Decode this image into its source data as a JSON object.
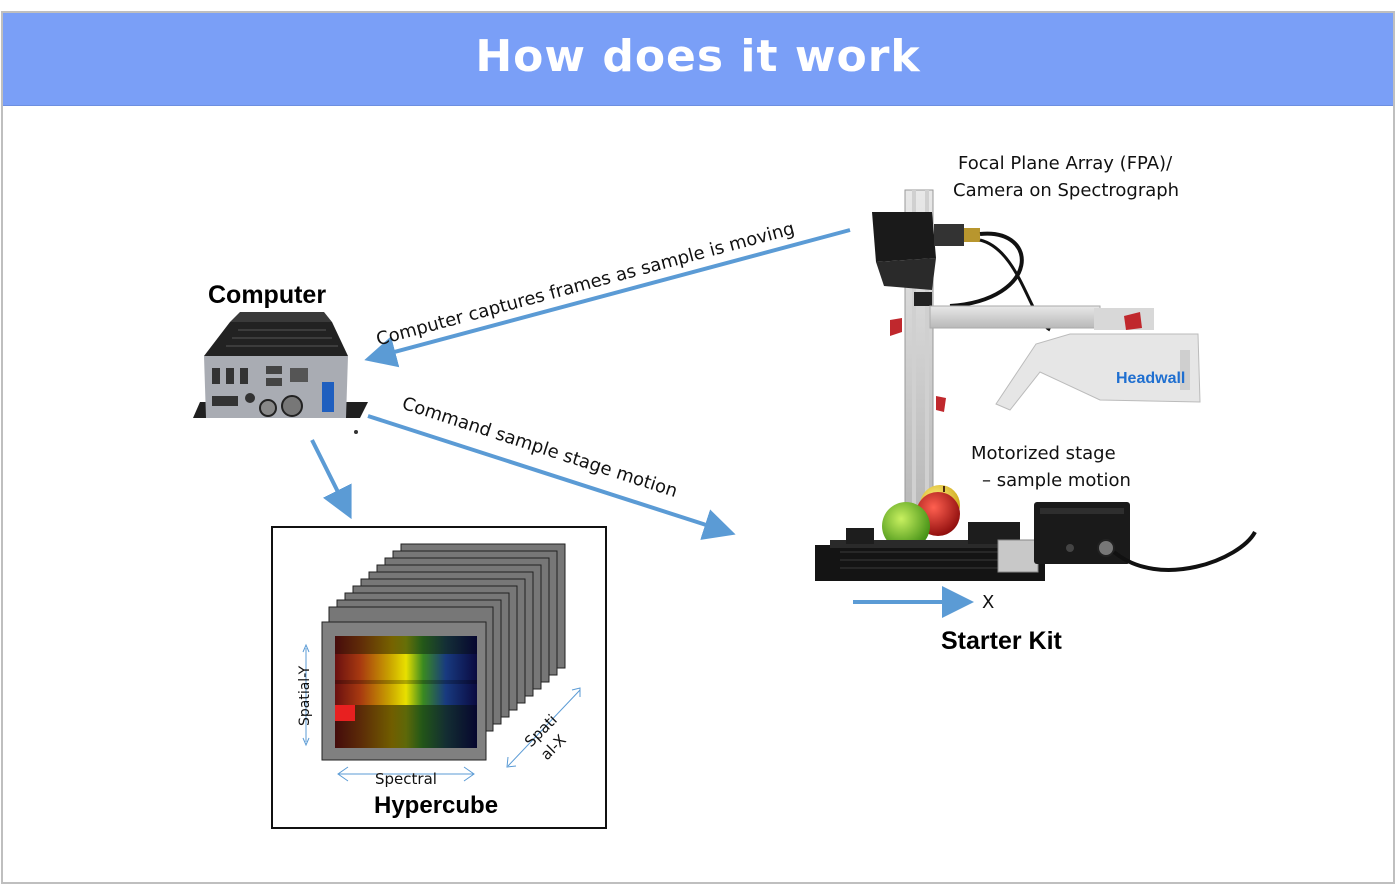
{
  "title": "How does it work",
  "computer": {
    "label": "Computer"
  },
  "hypercube": {
    "label": "Hypercube",
    "spatial_y": "Spatial-Y",
    "spatial_x_line1": "Spati",
    "spatial_x_line2": "al-X",
    "spectral": "Spectral"
  },
  "arrows": {
    "capture": "Computer captures frames as sample is moving",
    "command": "Command sample stage motion"
  },
  "fpa": {
    "line1": "Focal Plane Array (FPA)/",
    "line2": "Camera on Spectrograph"
  },
  "stage": {
    "line1": "Motorized stage",
    "line2": "– sample motion",
    "axis": "X"
  },
  "starter_kit": {
    "label": "Starter Kit"
  },
  "brand": {
    "logo_text": "Headwall"
  },
  "colors": {
    "banner": "#7a9ff7",
    "arrow": "#5b9bd5",
    "accent_red": "#c0282d"
  }
}
